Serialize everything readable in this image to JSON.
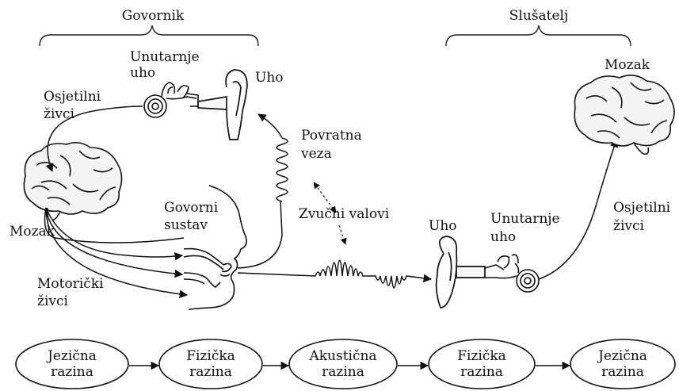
{
  "speaker": {
    "title": "Govornik"
  },
  "listener": {
    "title": "Slušatelj"
  },
  "labels": {
    "inner_ear_speaker_1": "Unutarnje",
    "inner_ear_speaker_2": "uho",
    "ear_speaker": "Uho",
    "sensory_nerves_speaker_1": "Osjetilni",
    "sensory_nerves_speaker_2": "živci",
    "feedback_1": "Povratna",
    "feedback_2": "veza",
    "vocal_system_1": "Govorni",
    "vocal_system_2": "sustav",
    "sound_waves": "Zvučni valovi",
    "brain_speaker": "Mozak",
    "motor_nerves_1": "Motorički",
    "motor_nerves_2": "živci",
    "ear_listener": "Uho",
    "inner_ear_listener_1": "Unutarnje",
    "inner_ear_listener_2": "uho",
    "brain_listener": "Mozak",
    "sensory_nerves_listener_1": "Osjetilni",
    "sensory_nerves_listener_2": "živci"
  },
  "levels": [
    {
      "line1": "Jezična",
      "line2": "razina"
    },
    {
      "line1": "Fizička",
      "line2": "razina"
    },
    {
      "line1": "Akustična",
      "line2": "razina"
    },
    {
      "line1": "Fizička",
      "line2": "razina"
    },
    {
      "line1": "Jezična",
      "line2": "razina"
    }
  ]
}
